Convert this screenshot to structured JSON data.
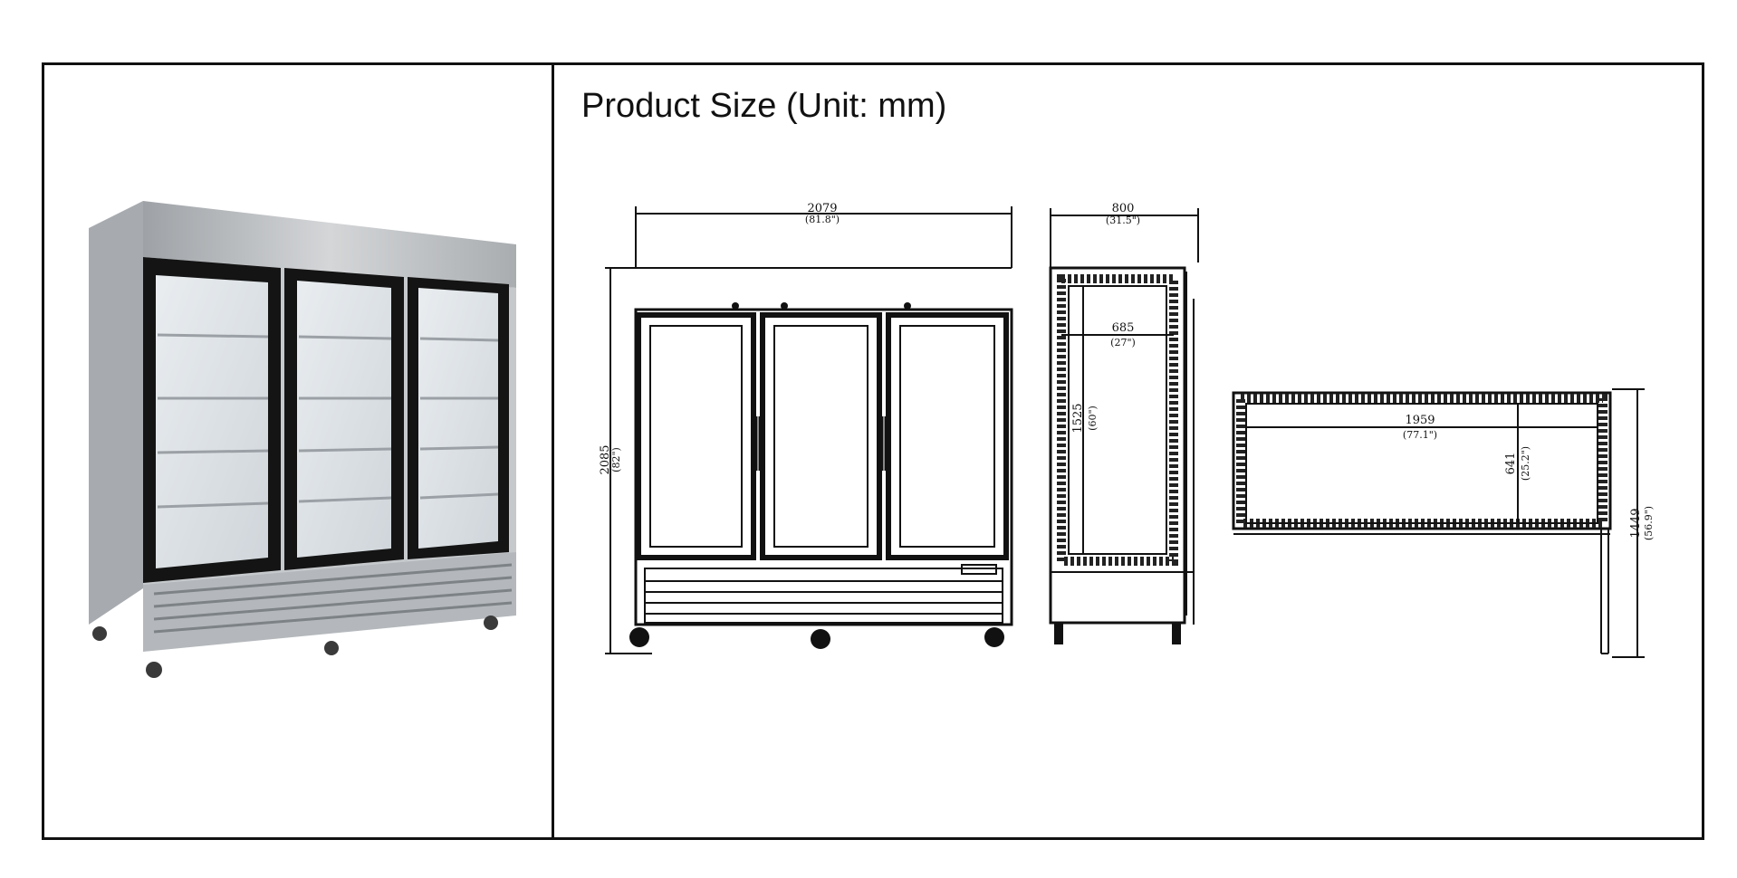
{
  "title": "Product Size (Unit: mm)",
  "front_view": {
    "width_mm": "2079",
    "width_in": "(81.8\")",
    "height_mm": "2085",
    "height_in": "(82\")"
  },
  "side_view": {
    "depth_mm": "800",
    "depth_in": "(31.5\")",
    "inner_depth_mm": "685",
    "inner_depth_in": "(27\")",
    "inner_height_mm": "1525",
    "inner_height_in": "(60\")"
  },
  "top_view": {
    "inner_width_mm": "1959",
    "inner_width_in": "(77.1\")",
    "inner_depth_mm": "641",
    "inner_depth_in": "(25.2\")",
    "door_open_mm": "1449",
    "door_open_in": "(56.9\")"
  },
  "colors": {
    "line": "#111111",
    "steel": "#b9bcbf",
    "glass": "#dfe4e8",
    "frame": "#141414"
  }
}
